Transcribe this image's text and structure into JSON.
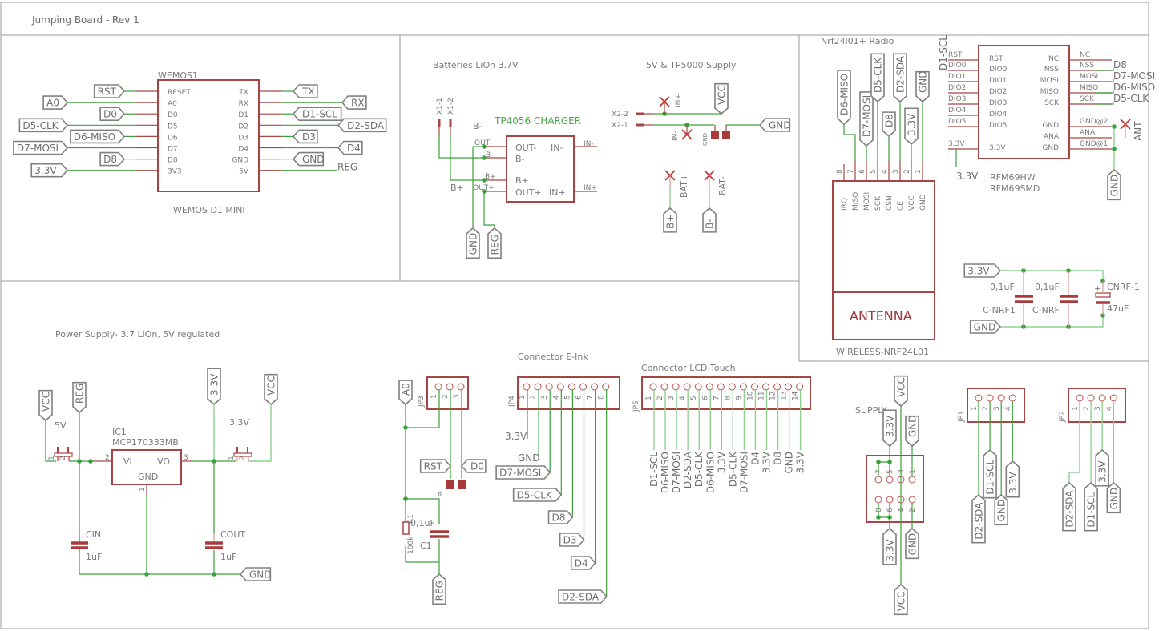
{
  "sheet": {
    "title": "Jumping Board - Rev 1"
  },
  "wemos": {
    "ref": "WEMOS1",
    "value": "WEMOS D1 MINI",
    "left_pins": [
      "RESET",
      "A0",
      "D0",
      "D5",
      "D6",
      "D7",
      "D8",
      "3V3"
    ],
    "right_pins": [
      "TX",
      "RX",
      "D1",
      "D2",
      "D3",
      "D4",
      "GND",
      "5V"
    ],
    "left_nets": [
      "RST",
      "A0",
      "D0",
      "D5-CLK",
      "D6-MISO",
      "D7-MOSI",
      "D8",
      "3.3V"
    ],
    "right_nets": [
      "TX",
      "RX",
      "D1-SCL",
      "D2-SDA",
      "D3",
      "D4",
      "GND",
      "REG"
    ]
  },
  "batteries": {
    "title": "Batteries LiOn 3.7V",
    "x1": [
      "X1-1",
      "X1-2"
    ],
    "charger_name": "TP4056 CHARGER",
    "charger_pins_left": [
      "OUT-",
      "B-",
      "B+",
      "OUT+"
    ],
    "charger_pins_right": [
      "IN-",
      "IN+"
    ],
    "outside_labels": {
      "b_minus": "B-",
      "out_minus": "OUT-",
      "b_minus2": "B-",
      "b_plus": "B+",
      "b_plus_left": "B+",
      "out_plus": "OUT+",
      "in_minus": "IN-",
      "in_plus": "IN+"
    },
    "nets": [
      "GND",
      "REG"
    ]
  },
  "supply5v": {
    "title": "5V & TP5000 Supply",
    "x2": [
      "X2-2",
      "X2-1"
    ],
    "pins": {
      "in_plus": "IN+",
      "in_minus": "IN-",
      "gnd_minus": "GND-",
      "bat_plus": "BAT+",
      "bat_minus": "BAT-"
    },
    "nets": {
      "vcc": "VCC",
      "gnd": "GND",
      "b_plus": "B+",
      "b_minus": "B-"
    }
  },
  "radio": {
    "title": "Nrf24l01+ Radio",
    "value": "WIRELESS-NRF24L01",
    "antenna_label": "ANTENNA",
    "pin_numbers": [
      "8",
      "7",
      "6",
      "5",
      "4",
      "3",
      "2",
      "1"
    ],
    "pin_names": [
      "IRQ",
      "MISO",
      "MOSI",
      "SCK",
      "CSN",
      "CE",
      "VCC",
      "GND"
    ],
    "nets": [
      "D6-MISO",
      "D7-MOSI",
      "D5-CLK",
      "D8",
      "D2-SDA",
      "3.3V",
      "GND"
    ]
  },
  "rfm": {
    "value1": "RFM69HW",
    "value2": "RFM69SMD",
    "left_pins": [
      "RST",
      "DIO0",
      "DIO1",
      "DIO2",
      "DIO3",
      "DIO4",
      "DIO5",
      "3.3V"
    ],
    "right_pins": [
      "NC",
      "NSS",
      "MOSI",
      "MISO",
      "SCK",
      "GND",
      "ANA",
      "GND"
    ],
    "left_outer": [
      "RST",
      "DIO0",
      "DIO1",
      "DIO2",
      "DIO3",
      "DIO4",
      "DIO5",
      "3.3V"
    ],
    "right_outer": [
      "NC",
      "NSS",
      "MOSI",
      "MISO",
      "SCK",
      "GND@2",
      "ANA",
      "GND@1"
    ],
    "right_nets": [
      "D8",
      "D7-MOSI",
      "D6-MISO",
      "D5-CLK"
    ],
    "d1_net": "D1-SCL",
    "v33_net": "3.3V",
    "ant_label": "ANT",
    "gnd_net": "GND"
  },
  "decoupling": {
    "net_top": "3.3V",
    "net_bottom": "GND",
    "c1": {
      "value": "0,1uF",
      "name": "C-NRF1"
    },
    "c2": {
      "value": "0,1uF",
      "name": "C-NRF"
    },
    "c3": {
      "value": "47uF",
      "name": "CNRF-1"
    },
    "plus": "+"
  },
  "power": {
    "title": "Power Supply- 3.7 LiOn, 5V regulated",
    "ic_ref": "IC1",
    "ic_value": "MCP170333MB",
    "ic_pins": {
      "vi": "VI",
      "vo": "VO",
      "gnd": "GND",
      "n1": "1",
      "n2": "2",
      "n3": "3"
    },
    "jp_5v": "5V",
    "jp_33v": "3,3V",
    "jp_pins": [
      "1",
      "2"
    ],
    "cin": {
      "name": "CIN",
      "value": "1uF"
    },
    "cout": {
      "name": "COUT",
      "value": "1uF"
    },
    "nets": {
      "vcc_left": "VCC",
      "reg": "REG",
      "v33": "3.3V",
      "vcc_right": "VCC",
      "gnd": "GND"
    }
  },
  "jp3": {
    "ref": "JP3",
    "pins": [
      "1",
      "2",
      "3"
    ],
    "nets": {
      "a0": "A0",
      "rst": "RST",
      "d0": "D0",
      "reg": "REG"
    },
    "jumper": "B",
    "r1": {
      "name": "R1",
      "value": "100k"
    },
    "c1": {
      "name": "C1",
      "value": "0,1uF"
    }
  },
  "eink": {
    "title": "Connector E-Ink",
    "ref": "JP4",
    "pins": [
      "1",
      "2",
      "3",
      "4",
      "5",
      "6",
      "7",
      "8"
    ],
    "nets": [
      "3.3V",
      "GND",
      "D7-MOSI",
      "D5-CLK",
      "D8",
      "D3",
      "D4",
      "D2-SDA"
    ]
  },
  "lcd": {
    "title": "Connector LCD Touch",
    "ref": "JP5",
    "pins": [
      "1",
      "2",
      "3",
      "4",
      "5",
      "6",
      "7",
      "8",
      "9",
      "10",
      "11",
      "12",
      "13",
      "14"
    ],
    "nets": [
      "D1-SCL",
      "D6-MISO",
      "D7-MOSI",
      "D2-SDA",
      "D5-CLK",
      "D6-MISO",
      "3.3V",
      "D5-CLK",
      "D7-MOSI",
      "D4",
      "3.3V",
      "D8",
      "GND",
      "3.3V"
    ]
  },
  "supply_conn": {
    "name": "SUPPLY",
    "top_pins": [
      "7",
      "5",
      "3",
      "1"
    ],
    "bottom_pins": [
      "8",
      "6",
      "4",
      "2"
    ],
    "nets": {
      "vcc_top": "VCC",
      "v33_top": "3.3V",
      "gnd_top": "GND",
      "v33_bot": "3.3V",
      "gnd_bot": "GND",
      "vcc_bot": "VCC"
    }
  },
  "jp1": {
    "ref": "JP1",
    "pins": [
      "1",
      "2",
      "3",
      "4"
    ],
    "nets": [
      "D2-SDA",
      "D1-SCL",
      "GND",
      "3.3V"
    ]
  },
  "jp2": {
    "ref": "JP2",
    "pins": [
      "1",
      "2",
      "3",
      "4"
    ],
    "nets": [
      "D2-SDA",
      "D1-SCL",
      "3.3V",
      "GND"
    ]
  }
}
